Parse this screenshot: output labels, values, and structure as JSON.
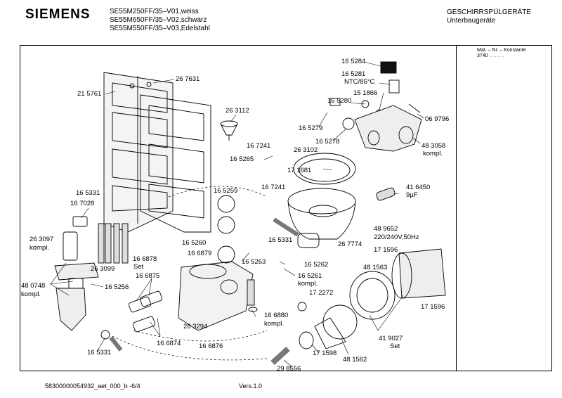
{
  "header": {
    "brand": "SIEMENS",
    "model_lines": [
      "SE55M250FF/35–V01,weiss",
      "SE55M650FF/35–V02,schwarz",
      "SE55M550FF/35–V03,Edelstahl"
    ],
    "category_title": "GESCHIRRSPÜLGERÄTE",
    "category_sub": "Unterbaugeräte"
  },
  "side_note": {
    "line1": "Mat. – Nr. – Konstante",
    "line2": "3740  .  .  .  .  .  ."
  },
  "labels": [
    "26 7631",
    "21 5761",
    "26 3112",
    "16 5284",
    "16 5281",
    "NTC/85°C",
    "15 1866",
    "16 5280",
    "06 9796",
    "16 5279",
    "16 5278",
    "48 3058",
    "kompl.",
    "16 7241",
    "16 5265",
    "26 3102",
    "17 1681",
    "16 5259",
    "16 7241",
    "16 5331",
    "41 6450",
    "9µF",
    "16 7028",
    "26 3097",
    "kompl.",
    "16 5260",
    "16 6879",
    "16 5331",
    "26 7774",
    "48 9652",
    "220/240V,50Hz",
    "17 1596",
    "26 3099",
    "16 6878",
    "Set",
    "16 5263",
    "16 5262",
    "48 1563",
    "16 5261",
    "kompl.",
    "16 6875",
    "48 0748",
    "kompl.",
    "16 5256",
    "17 2272",
    "17 1596",
    "16 6880",
    "kompl.",
    "26 3294",
    "41 9027",
    "Set",
    "16 6874",
    "16 6876",
    "16 5331",
    "17 1598",
    "48 1562",
    "29 8556"
  ],
  "footer": {
    "doc_id": "58300000054932_aet_000_b  -6/4",
    "version": "Vers.1.0"
  }
}
